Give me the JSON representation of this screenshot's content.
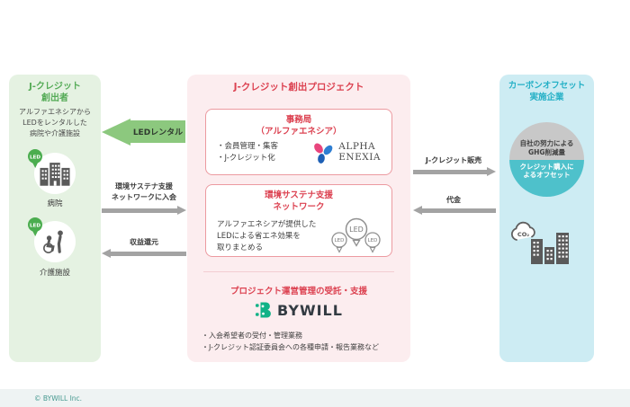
{
  "colors": {
    "green_accent": "#55ab57",
    "green_arrow": "#8cc87e",
    "red_accent": "#dc4251",
    "teal_accent": "#24b0c6",
    "gray_arrow": "#a3a3a3",
    "bywill_green": "#12b287",
    "enexia_pink": "#e8457d",
    "enexia_blue": "#2e7ed2",
    "circle_gray": "#c8c8c8",
    "circle_teal": "#4ec1cb"
  },
  "left_panel": {
    "title": [
      "J-クレジット",
      "創出者"
    ],
    "description": [
      "アルファエネシアから",
      "LEDをレンタルした",
      "病院や介護施設"
    ],
    "led_badge": "LED",
    "facilities": [
      {
        "label": "病院"
      },
      {
        "label": "介護施設"
      }
    ]
  },
  "left_flows": {
    "led_rental": "LEDレンタル",
    "join_network": [
      "環境サステナ支援",
      "ネットワークに入会"
    ],
    "profit_return": "収益還元"
  },
  "center_panel": {
    "title": "J-クレジット創出プロジェクト",
    "office": {
      "title": [
        "事務局",
        "（アルファエネシア）"
      ],
      "bullets": [
        "・会員管理・集客",
        "・J-クレジット化"
      ],
      "logo": [
        "ALPHA",
        "ENEXIA"
      ]
    },
    "network": {
      "title": [
        "環境サステナ支援",
        "ネットワーク"
      ],
      "body": [
        "アルファエネシアが提供した",
        "LEDによる省エネ効果を",
        "取りまとめる"
      ],
      "led_label": "LED"
    },
    "support": {
      "title": "プロジェクト運営管理の受託・支援",
      "logo_text": "BYWILL",
      "bullets": [
        "・入会希望者の受付・管理業務",
        "・J-クレジット認証委員会への各種申請・報告業務など"
      ]
    }
  },
  "right_flows": {
    "credit_sale": "J-クレジット販売",
    "payment": "代金"
  },
  "right_panel": {
    "title": [
      "カーボンオフセット",
      "実施企業"
    ],
    "circle_top": [
      "自社の努力による",
      "GHG削減量"
    ],
    "circle_bottom": [
      "クレジット購入に",
      "よるオフセット"
    ],
    "co2_label": "CO₂"
  },
  "footer": {
    "copyright": "© BYWILL Inc."
  }
}
